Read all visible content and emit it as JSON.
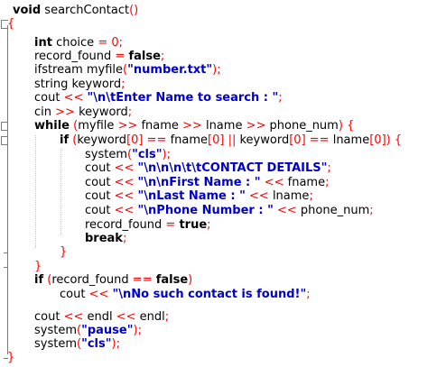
{
  "editor": {
    "colors": {
      "keyword": "#000000",
      "string": "#0000cc",
      "number": "#ff0000",
      "operator": "#ff0000",
      "text": "#000000",
      "gutter": "#7a7a7a"
    },
    "lines": [
      [
        [
          "kw",
          "void"
        ],
        [
          "t",
          " searchContact"
        ],
        [
          "op",
          "()"
        ]
      ],
      [
        [
          "op",
          "{"
        ]
      ],
      [
        [
          "kw",
          "int"
        ],
        [
          "t",
          " choice "
        ],
        [
          "op",
          "="
        ],
        [
          "t",
          " "
        ],
        [
          "num",
          "0"
        ],
        [
          "op",
          ";"
        ]
      ],
      [
        [
          "t",
          "record_found "
        ],
        [
          "op",
          "="
        ],
        [
          "t",
          " "
        ],
        [
          "kw",
          "false"
        ],
        [
          "op",
          ";"
        ]
      ],
      [
        [
          "t",
          "ifstream myfile"
        ],
        [
          "op",
          "("
        ],
        [
          "str",
          "\"number.txt\""
        ],
        [
          "op",
          ");"
        ]
      ],
      [
        [
          "t",
          "string keyword"
        ],
        [
          "op",
          ";"
        ]
      ],
      [
        [
          "t",
          "cout "
        ],
        [
          "op",
          "<<"
        ],
        [
          "t",
          " "
        ],
        [
          "str",
          "\"\\n\\tEnter Name to search : \""
        ],
        [
          "op",
          ";"
        ]
      ],
      [
        [
          "t",
          "cin "
        ],
        [
          "op",
          ">>"
        ],
        [
          "t",
          " keyword"
        ],
        [
          "op",
          ";"
        ]
      ],
      [
        [
          "kw",
          "while"
        ],
        [
          "t",
          " "
        ],
        [
          "op",
          "("
        ],
        [
          "t",
          "myfile "
        ],
        [
          "op",
          ">>"
        ],
        [
          "t",
          " fname "
        ],
        [
          "op",
          ">>"
        ],
        [
          "t",
          " lname "
        ],
        [
          "op",
          ">>"
        ],
        [
          "t",
          " phone_num"
        ],
        [
          "op",
          ")"
        ],
        [
          "t",
          " "
        ],
        [
          "op",
          "{"
        ]
      ],
      [
        [
          "kw",
          "if"
        ],
        [
          "t",
          " "
        ],
        [
          "op",
          "("
        ],
        [
          "t",
          "keyword"
        ],
        [
          "op",
          "["
        ],
        [
          "num",
          "0"
        ],
        [
          "op",
          "]"
        ],
        [
          "t",
          " "
        ],
        [
          "op",
          "=="
        ],
        [
          "t",
          " fname"
        ],
        [
          "op",
          "["
        ],
        [
          "num",
          "0"
        ],
        [
          "op",
          "]"
        ],
        [
          "t",
          " "
        ],
        [
          "op",
          "||"
        ],
        [
          "t",
          " keyword"
        ],
        [
          "op",
          "["
        ],
        [
          "num",
          "0"
        ],
        [
          "op",
          "]"
        ],
        [
          "t",
          " "
        ],
        [
          "op",
          "=="
        ],
        [
          "t",
          " lname"
        ],
        [
          "op",
          "["
        ],
        [
          "num",
          "0"
        ],
        [
          "op",
          "])"
        ],
        [
          "t",
          " "
        ],
        [
          "op",
          "{"
        ]
      ],
      [
        [
          "t",
          "system"
        ],
        [
          "op",
          "("
        ],
        [
          "str",
          "\"cls\""
        ],
        [
          "op",
          ");"
        ]
      ],
      [
        [
          "t",
          "cout "
        ],
        [
          "op",
          "<<"
        ],
        [
          "t",
          " "
        ],
        [
          "str",
          "\"\\n\\n\\n\\t\\tCONTACT DETAILS\""
        ],
        [
          "op",
          ";"
        ]
      ],
      [
        [
          "t",
          "cout "
        ],
        [
          "op",
          "<<"
        ],
        [
          "t",
          " "
        ],
        [
          "str",
          "\"\\n\\nFirst Name : \""
        ],
        [
          "t",
          " "
        ],
        [
          "op",
          "<<"
        ],
        [
          "t",
          " fname"
        ],
        [
          "op",
          ";"
        ]
      ],
      [
        [
          "t",
          "cout "
        ],
        [
          "op",
          "<<"
        ],
        [
          "t",
          " "
        ],
        [
          "str",
          "\"\\nLast Name : \""
        ],
        [
          "t",
          " "
        ],
        [
          "op",
          "<<"
        ],
        [
          "t",
          " lname"
        ],
        [
          "op",
          ";"
        ]
      ],
      [
        [
          "t",
          "cout "
        ],
        [
          "op",
          "<<"
        ],
        [
          "t",
          " "
        ],
        [
          "str",
          "\"\\nPhone Number : \""
        ],
        [
          "t",
          " "
        ],
        [
          "op",
          "<<"
        ],
        [
          "t",
          " phone_num"
        ],
        [
          "op",
          ";"
        ]
      ],
      [
        [
          "t",
          "record_found "
        ],
        [
          "op",
          "="
        ],
        [
          "t",
          " "
        ],
        [
          "kw",
          "true"
        ],
        [
          "op",
          ";"
        ]
      ],
      [
        [
          "kw",
          "break"
        ],
        [
          "op",
          ";"
        ]
      ],
      [
        [
          "op",
          "}"
        ]
      ],
      [
        [
          "op",
          "}"
        ]
      ],
      [
        [
          "kw",
          "if"
        ],
        [
          "t",
          " "
        ],
        [
          "op",
          "("
        ],
        [
          "t",
          "record_found "
        ],
        [
          "op",
          "=="
        ],
        [
          "t",
          " "
        ],
        [
          "kw",
          "false"
        ],
        [
          "op",
          ")"
        ]
      ],
      [
        [
          "t",
          "cout "
        ],
        [
          "op",
          "<<"
        ],
        [
          "t",
          " "
        ],
        [
          "str",
          "\"\\nNo such contact is found!\""
        ],
        [
          "op",
          ";"
        ]
      ],
      [],
      [
        [
          "t",
          "cout "
        ],
        [
          "op",
          "<<"
        ],
        [
          "t",
          " endl "
        ],
        [
          "op",
          "<<"
        ],
        [
          "t",
          " endl"
        ],
        [
          "op",
          ";"
        ]
      ],
      [
        [
          "t",
          "system"
        ],
        [
          "op",
          "("
        ],
        [
          "str",
          "\"pause\""
        ],
        [
          "op",
          ");"
        ]
      ],
      [
        [
          "t",
          "system"
        ],
        [
          "op",
          "("
        ],
        [
          "str",
          "\"cls\""
        ],
        [
          "op",
          ");"
        ]
      ],
      [
        [
          "op",
          "}"
        ]
      ]
    ]
  }
}
